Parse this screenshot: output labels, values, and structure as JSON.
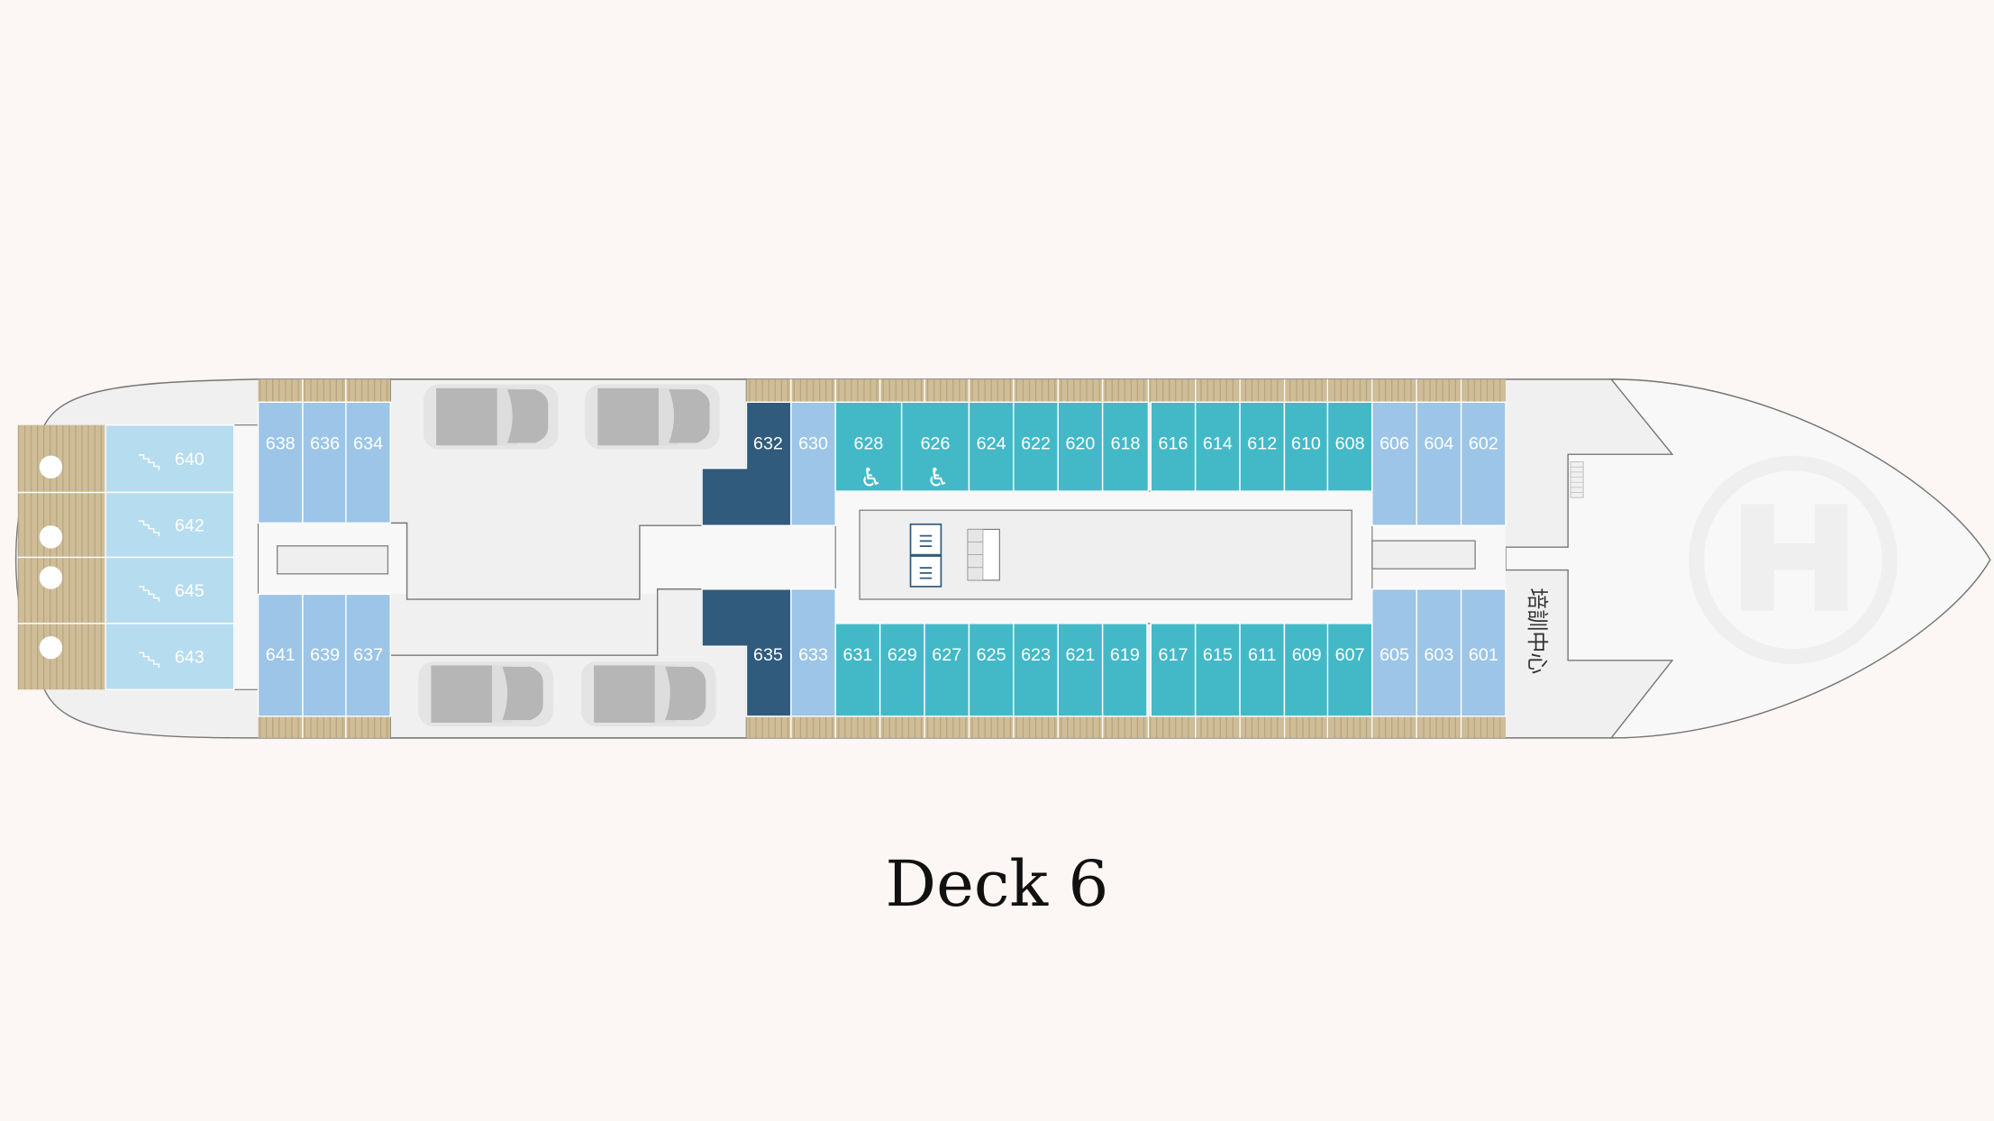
{
  "title": "Deck 6",
  "facility_label": "培訓中心",
  "colors": {
    "background": "#fcf7f4",
    "standard_cabin": "#43b9c8",
    "light_cabin": "#9cc5e8",
    "stern_suite": "#b6dcef",
    "dark_suite": "#305b7c",
    "teak_deck": "#cfbd98"
  },
  "rooms": [
    {
      "number": "640",
      "category": "stern_suite",
      "icon": "stairs-icon"
    },
    {
      "number": "642",
      "category": "stern_suite",
      "icon": "stairs-icon"
    },
    {
      "number": "645",
      "category": "stern_suite",
      "icon": "stairs-icon"
    },
    {
      "number": "643",
      "category": "stern_suite",
      "icon": "stairs-icon"
    },
    {
      "number": "638",
      "category": "light_cabin"
    },
    {
      "number": "636",
      "category": "light_cabin"
    },
    {
      "number": "634",
      "category": "light_cabin"
    },
    {
      "number": "641",
      "category": "light_cabin"
    },
    {
      "number": "639",
      "category": "light_cabin"
    },
    {
      "number": "637",
      "category": "light_cabin"
    },
    {
      "number": "632",
      "category": "dark_suite"
    },
    {
      "number": "635",
      "category": "dark_suite"
    },
    {
      "number": "630",
      "category": "light_cabin"
    },
    {
      "number": "633",
      "category": "light_cabin"
    },
    {
      "number": "628",
      "category": "standard_cabin",
      "icon": "wheelchair-icon"
    },
    {
      "number": "626",
      "category": "standard_cabin",
      "icon": "wheelchair-icon"
    },
    {
      "number": "624",
      "category": "standard_cabin"
    },
    {
      "number": "622",
      "category": "standard_cabin"
    },
    {
      "number": "620",
      "category": "standard_cabin"
    },
    {
      "number": "618",
      "category": "standard_cabin"
    },
    {
      "number": "616",
      "category": "standard_cabin"
    },
    {
      "number": "614",
      "category": "standard_cabin"
    },
    {
      "number": "612",
      "category": "standard_cabin"
    },
    {
      "number": "610",
      "category": "standard_cabin"
    },
    {
      "number": "608",
      "category": "standard_cabin"
    },
    {
      "number": "606",
      "category": "light_cabin"
    },
    {
      "number": "604",
      "category": "light_cabin"
    },
    {
      "number": "602",
      "category": "light_cabin"
    },
    {
      "number": "631",
      "category": "standard_cabin"
    },
    {
      "number": "629",
      "category": "standard_cabin"
    },
    {
      "number": "627",
      "category": "standard_cabin"
    },
    {
      "number": "625",
      "category": "standard_cabin"
    },
    {
      "number": "623",
      "category": "standard_cabin"
    },
    {
      "number": "621",
      "category": "standard_cabin"
    },
    {
      "number": "619",
      "category": "standard_cabin"
    },
    {
      "number": "617",
      "category": "standard_cabin"
    },
    {
      "number": "615",
      "category": "standard_cabin"
    },
    {
      "number": "611",
      "category": "standard_cabin"
    },
    {
      "number": "609",
      "category": "standard_cabin"
    },
    {
      "number": "607",
      "category": "standard_cabin"
    },
    {
      "number": "605",
      "category": "light_cabin"
    },
    {
      "number": "603",
      "category": "light_cabin"
    },
    {
      "number": "601",
      "category": "light_cabin"
    }
  ],
  "icons": [
    "elevator-icon",
    "stairs-icon",
    "helipad-icon",
    "car-icon",
    "wheelchair-icon"
  ]
}
